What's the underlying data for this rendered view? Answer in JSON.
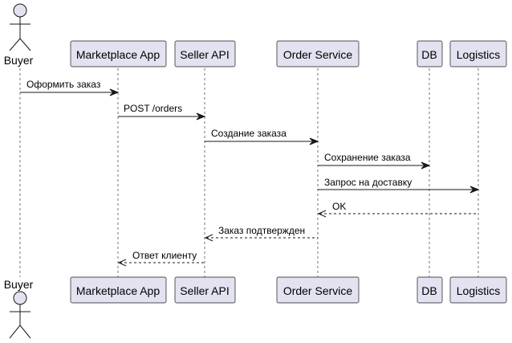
{
  "actor": {
    "name": "Buyer"
  },
  "participants": [
    {
      "id": "app",
      "name": "Marketplace App"
    },
    {
      "id": "api",
      "name": "Seller API"
    },
    {
      "id": "order",
      "name": "Order Service"
    },
    {
      "id": "db",
      "name": "DB"
    },
    {
      "id": "logistics",
      "name": "Logistics"
    }
  ],
  "messages": [
    {
      "from": "buyer",
      "to": "app",
      "label": "Оформить заказ",
      "kind": "sync"
    },
    {
      "from": "app",
      "to": "api",
      "label": "POST /orders",
      "kind": "sync"
    },
    {
      "from": "api",
      "to": "order",
      "label": "Создание заказа",
      "kind": "sync"
    },
    {
      "from": "order",
      "to": "db",
      "label": "Сохранение заказа",
      "kind": "sync"
    },
    {
      "from": "order",
      "to": "logistics",
      "label": "Запрос на доставку",
      "kind": "sync"
    },
    {
      "from": "logistics",
      "to": "order",
      "label": "OK",
      "kind": "reply"
    },
    {
      "from": "order",
      "to": "api",
      "label": "Заказ подтвержден",
      "kind": "reply"
    },
    {
      "from": "api",
      "to": "app",
      "label": "Ответ клиенту",
      "kind": "reply"
    }
  ]
}
